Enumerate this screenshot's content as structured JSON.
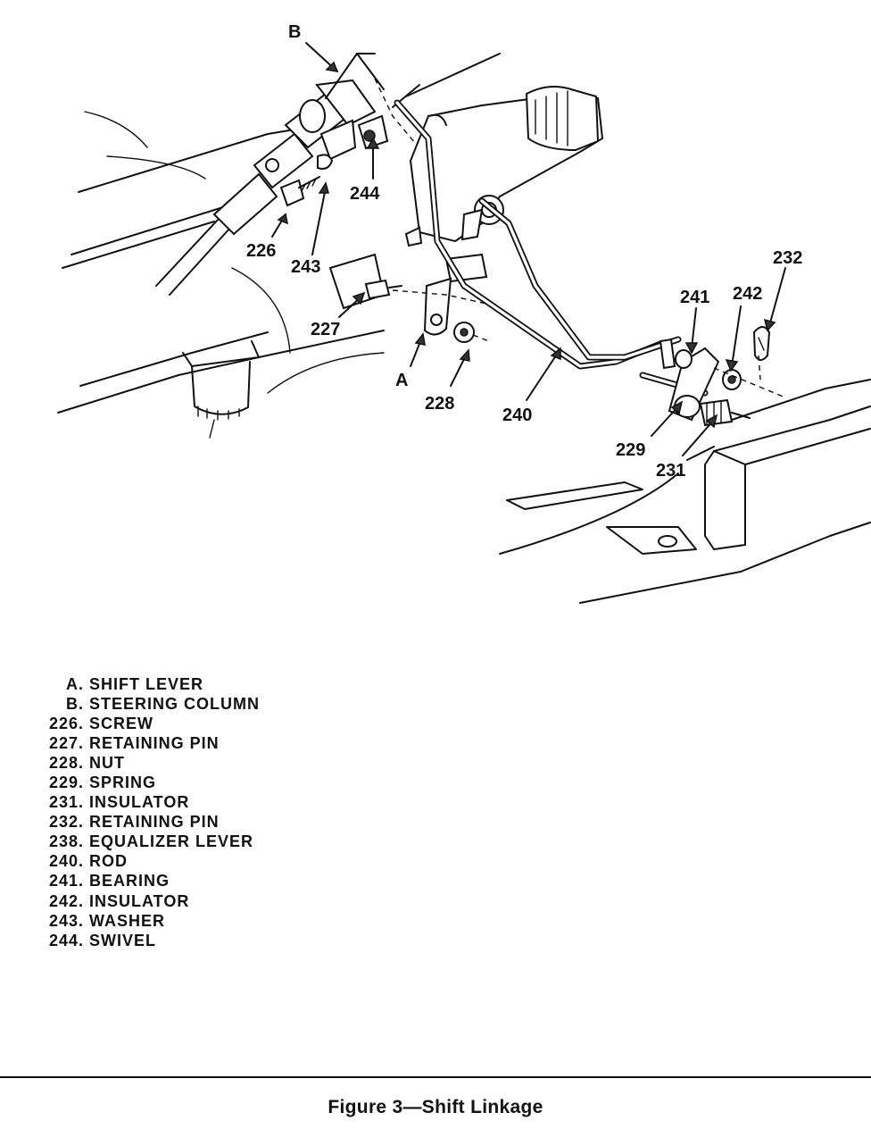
{
  "callouts": {
    "B": "B",
    "A": "A",
    "c226": "226",
    "c227": "227",
    "c228": "228",
    "c229": "229",
    "c231": "231",
    "c232": "232",
    "c240": "240",
    "c241": "241",
    "c242": "242",
    "c243": "243",
    "c244": "244"
  },
  "legend": [
    {
      "key": "A.",
      "text": "SHIFT LEVER"
    },
    {
      "key": "B.",
      "text": "STEERING COLUMN"
    },
    {
      "key": "226.",
      "text": "SCREW"
    },
    {
      "key": "227.",
      "text": "RETAINING PIN"
    },
    {
      "key": "228.",
      "text": "NUT"
    },
    {
      "key": "229.",
      "text": "SPRING"
    },
    {
      "key": "231.",
      "text": "INSULATOR"
    },
    {
      "key": "232.",
      "text": "RETAINING PIN"
    },
    {
      "key": "238.",
      "text": "EQUALIZER LEVER"
    },
    {
      "key": "240.",
      "text": "ROD"
    },
    {
      "key": "241.",
      "text": "BEARING"
    },
    {
      "key": "242.",
      "text": "INSULATOR"
    },
    {
      "key": "243.",
      "text": "WASHER"
    },
    {
      "key": "244.",
      "text": "SWIVEL"
    }
  ],
  "caption": "Figure 3—Shift Linkage"
}
